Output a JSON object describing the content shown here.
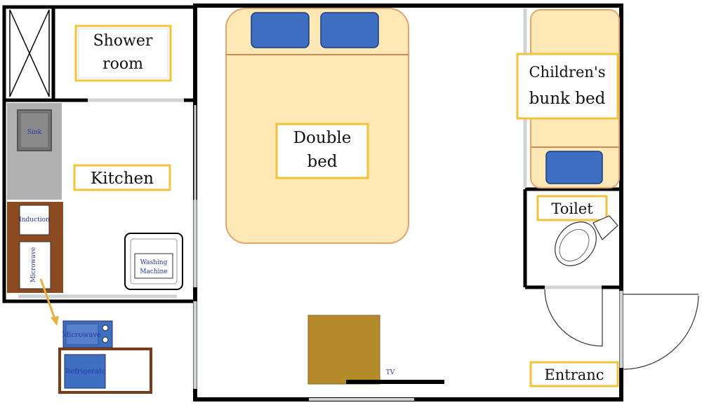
{
  "floor_plan": {
    "rooms": {
      "shower_room": {
        "line1": "Shower",
        "line2": "room"
      },
      "kitchen": {
        "label": "Kitchen"
      },
      "double_bed": {
        "line1": "Double",
        "line2": "bed"
      },
      "bunk_bed": {
        "line1": "Children's",
        "line2": "bunk bed"
      },
      "toilet": {
        "label": "Toilet"
      },
      "entrance": {
        "label": "Entranc"
      }
    },
    "appliances": {
      "sink": "Sink",
      "induction": "Induction",
      "microwave_vertical": "Microwave",
      "washing_machine_line1": "Washing",
      "washing_machine_line2": "Machine",
      "microwave_detail": "Microwave",
      "refrigerator": "Refrigerato",
      "tv": "TV"
    },
    "colors": {
      "wall": "#000000",
      "bed_fill": "#fde8b6",
      "bed_stroke": "#e8a36a",
      "pillow": "#3f6fc1",
      "label_border": "#f2c33a",
      "sink_fill": "#8a8a8a",
      "cabinet": "#8b4a1f",
      "table": "#b58a2a",
      "arrow": "#e8b040"
    }
  }
}
